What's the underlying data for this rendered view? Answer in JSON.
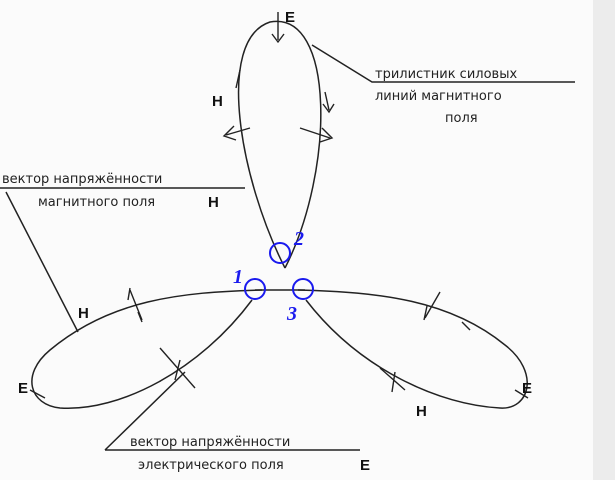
{
  "labels": {
    "trefoil_line1": "трилистник силовых",
    "trefoil_line2": "линий магнитного",
    "trefoil_line3": "поля",
    "h_vector_line1": "вектор напряжённости",
    "h_vector_line2": "магнитного поля",
    "h_vector_symbol": "H",
    "e_vector_line1": "вектор напряжённости",
    "e_vector_line2": "электрического поля",
    "e_vector_symbol": "E"
  },
  "lobe_marks": {
    "top_e": "E",
    "top_h": "H",
    "left_h": "H",
    "left_e": "E",
    "right_e": "E",
    "right_h": "H"
  },
  "points": [
    "1",
    "2",
    "3"
  ],
  "colors": {
    "point": "#1a1aee",
    "line": "#222222"
  }
}
